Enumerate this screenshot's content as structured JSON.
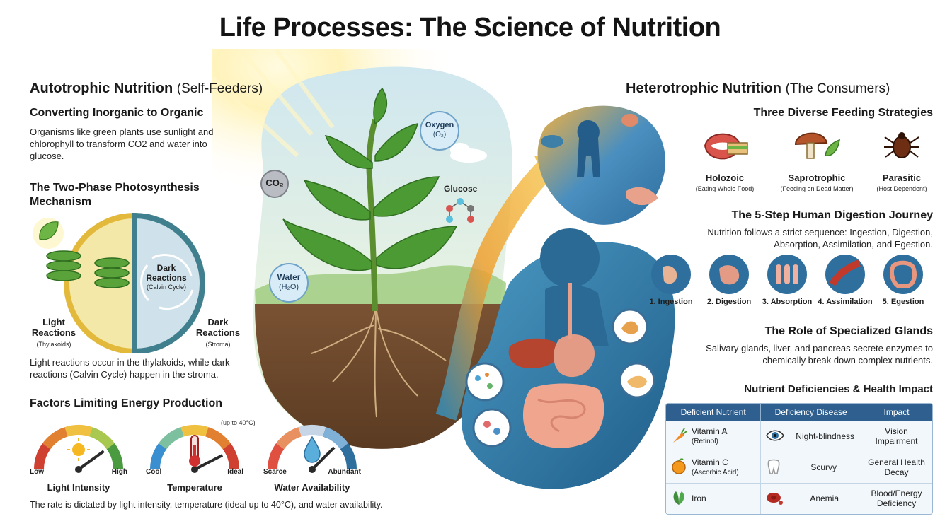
{
  "title": "Life Processes: The Science of Nutrition",
  "auto": {
    "heading": "Autotrophic Nutrition",
    "heading_sub": "(Self-Feeders)",
    "converting_title": "Converting Inorganic to Organic",
    "converting_text": "Organisms like green plants use sunlight and chlorophyll to transform CO2 and water into glucose.",
    "two_phase_title": "The Two-Phase Photosynthesis Mechanism",
    "dark_center": "Dark Reactions",
    "dark_center_sub": "(Calvin Cycle)",
    "light_label": "Light Reactions",
    "light_sub": "(Thylakoids)",
    "dark_label": "Dark Reactions",
    "dark_sub": "(Stroma)",
    "phase_text": "Light reactions occur in the thylakoids, while dark reactions (Calvin Cycle) happen in the stroma."
  },
  "factors": {
    "title": "Factors Limiting Energy Production",
    "temp_note": "(up to 40°C)",
    "gauges": [
      {
        "label": "Light Intensity",
        "low": "Low",
        "high": "High",
        "level": 0.8
      },
      {
        "label": "Temperature",
        "low": "Cool",
        "high": "Ideal",
        "level": 0.85
      },
      {
        "label": "Water Availability",
        "low": "Scarce",
        "high": "Abundant",
        "level": 0.75
      }
    ],
    "text": "The rate is dictated by light intensity, temperature (ideal up to 40°C), and water availability."
  },
  "center": {
    "co2": "CO₂",
    "oxygen": "Oxygen",
    "oxygen_sub": "(O₂)",
    "glucose": "Glucose",
    "water": "Water",
    "water_sub": "(H₂O)"
  },
  "hetero": {
    "heading": "Heterotrophic Nutrition",
    "heading_sub": "(The Consumers)",
    "strategies_title": "Three Diverse Feeding Strategies",
    "strategies": [
      {
        "name": "Holozoic",
        "desc": "(Eating Whole Food)"
      },
      {
        "name": "Saprotrophic",
        "desc": "(Feeding on Dead Matter)"
      },
      {
        "name": "Parasitic",
        "desc": "(Host Dependent)"
      }
    ],
    "digestion_title": "The 5-Step Human Digestion Journey",
    "digestion_text": "Nutrition follows a strict sequence: Ingestion, Digestion, Absorption, Assimilation, and Egestion.",
    "steps": [
      "1. Ingestion",
      "2. Digestion",
      "3. Absorption",
      "4. Assimilation",
      "5. Egestion"
    ],
    "glands_title": "The Role of Specialized Glands",
    "glands_text": "Salivary glands, liver, and pancreas secrete enzymes to chemically break down complex nutrients.",
    "deficiency_title": "Nutrient Deficiencies & Health Impact",
    "table_headers": [
      "Deficient Nutrient",
      "Deficiency Disease",
      "Impact"
    ],
    "table_rows": [
      {
        "nutrient": "Vitamin A",
        "nutrient_sub": "(Retinol)",
        "disease": "Night-blindness",
        "impact": "Vision Impairment"
      },
      {
        "nutrient": "Vitamin C",
        "nutrient_sub": "(Ascorbic Acid)",
        "disease": "Scurvy",
        "impact": "General Health Decay"
      },
      {
        "nutrient": "Iron",
        "nutrient_sub": "",
        "disease": "Anemia",
        "impact": "Blood/Energy Deficiency"
      }
    ]
  },
  "colors": {
    "title": "#141414",
    "table_header": "#2f5f8e",
    "plant_green": "#3f8a2e",
    "hetero_blue": "#2f6f9e",
    "stream_orange": "#f0a030"
  }
}
